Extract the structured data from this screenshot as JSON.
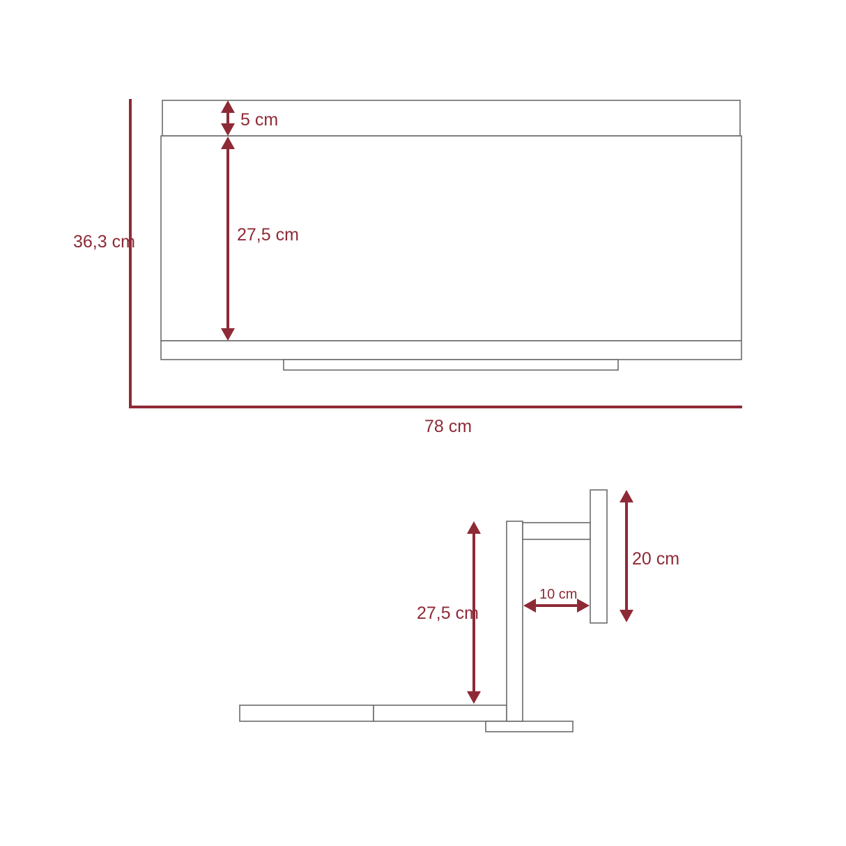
{
  "colors": {
    "dimension": "#8e2a36",
    "outline": "#6b6b6b",
    "background": "#ffffff"
  },
  "front_view": {
    "top_dimension": "5 cm",
    "body_dimension": "27,5 cm",
    "overall_height": "36,3 cm",
    "overall_width": "78 cm"
  },
  "side_view": {
    "height_dimension": "27,5 cm",
    "depth_dimension": "10 cm",
    "back_panel_dimension": "20 cm"
  }
}
